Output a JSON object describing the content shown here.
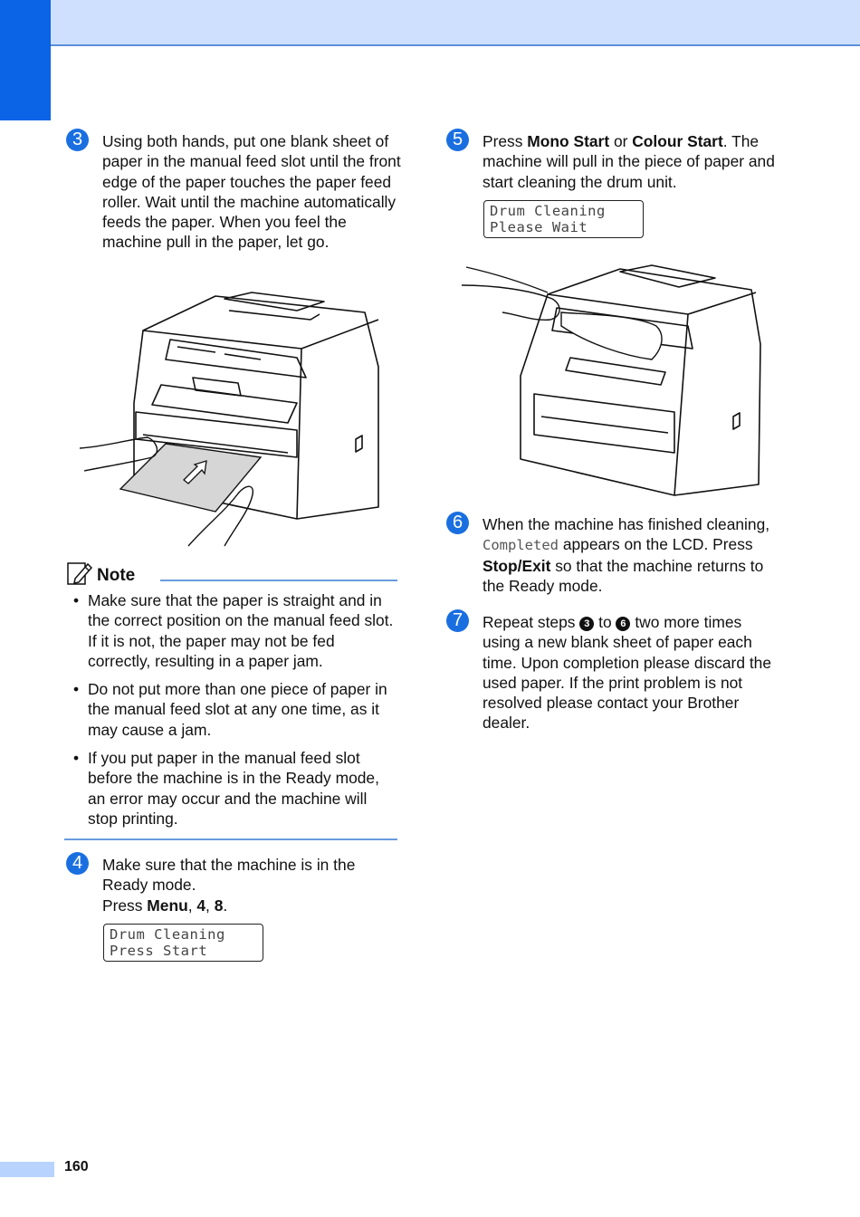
{
  "page": {
    "number": "160"
  },
  "steps": {
    "s3": {
      "num": "3",
      "text": "Using both hands, put one blank sheet of paper in the manual feed slot until the front edge of the paper touches the paper feed roller. Wait until the machine automatically feeds the paper. When you feel the machine pull in the paper, let go."
    },
    "s4": {
      "num": "4",
      "line1": "Make sure that the machine is in the Ready mode.",
      "press": "Press ",
      "menu": "Menu",
      "comma1": ", ",
      "k4": "4",
      "comma2": ", ",
      "k8": "8",
      "dot": ".",
      "lcd1": "Drum Cleaning",
      "lcd2": "Press Start"
    },
    "s5": {
      "num": "5",
      "press": "Press ",
      "mono": "Mono Start",
      "or": " or ",
      "colour": "Colour Start",
      "rest": ". The machine will pull in the piece of paper and start cleaning the drum unit.",
      "lcd1": "Drum Cleaning",
      "lcd2": "Please Wait"
    },
    "s6": {
      "num": "6",
      "a": "When the machine has finished cleaning, ",
      "completed": "Completed",
      "b": " appears on the LCD. Press ",
      "stop": "Stop/Exit",
      "c": " so that the machine returns to the Ready mode."
    },
    "s7": {
      "num": "7",
      "a": "Repeat steps ",
      "c3": "3",
      "to": " to ",
      "c6": "6",
      "b": " two more times using a new blank sheet of paper each time. Upon completion please discard the used paper. If the print problem is not resolved please contact your Brother dealer."
    }
  },
  "note": {
    "title": "Note",
    "items": [
      "Make sure that the paper is straight and in the correct position on the manual feed slot. If it is not, the paper may not be fed correctly, resulting in a paper jam.",
      "Do not put more than one piece of paper in the manual feed slot at any one time, as it may cause a jam.",
      "If you put paper in the manual feed slot before the machine is in the Ready mode, an error may occur and the machine will stop printing."
    ]
  },
  "colors": {
    "accent": "#0b63e6",
    "band": "#cfe0ff",
    "rule": "#6a9be0"
  }
}
